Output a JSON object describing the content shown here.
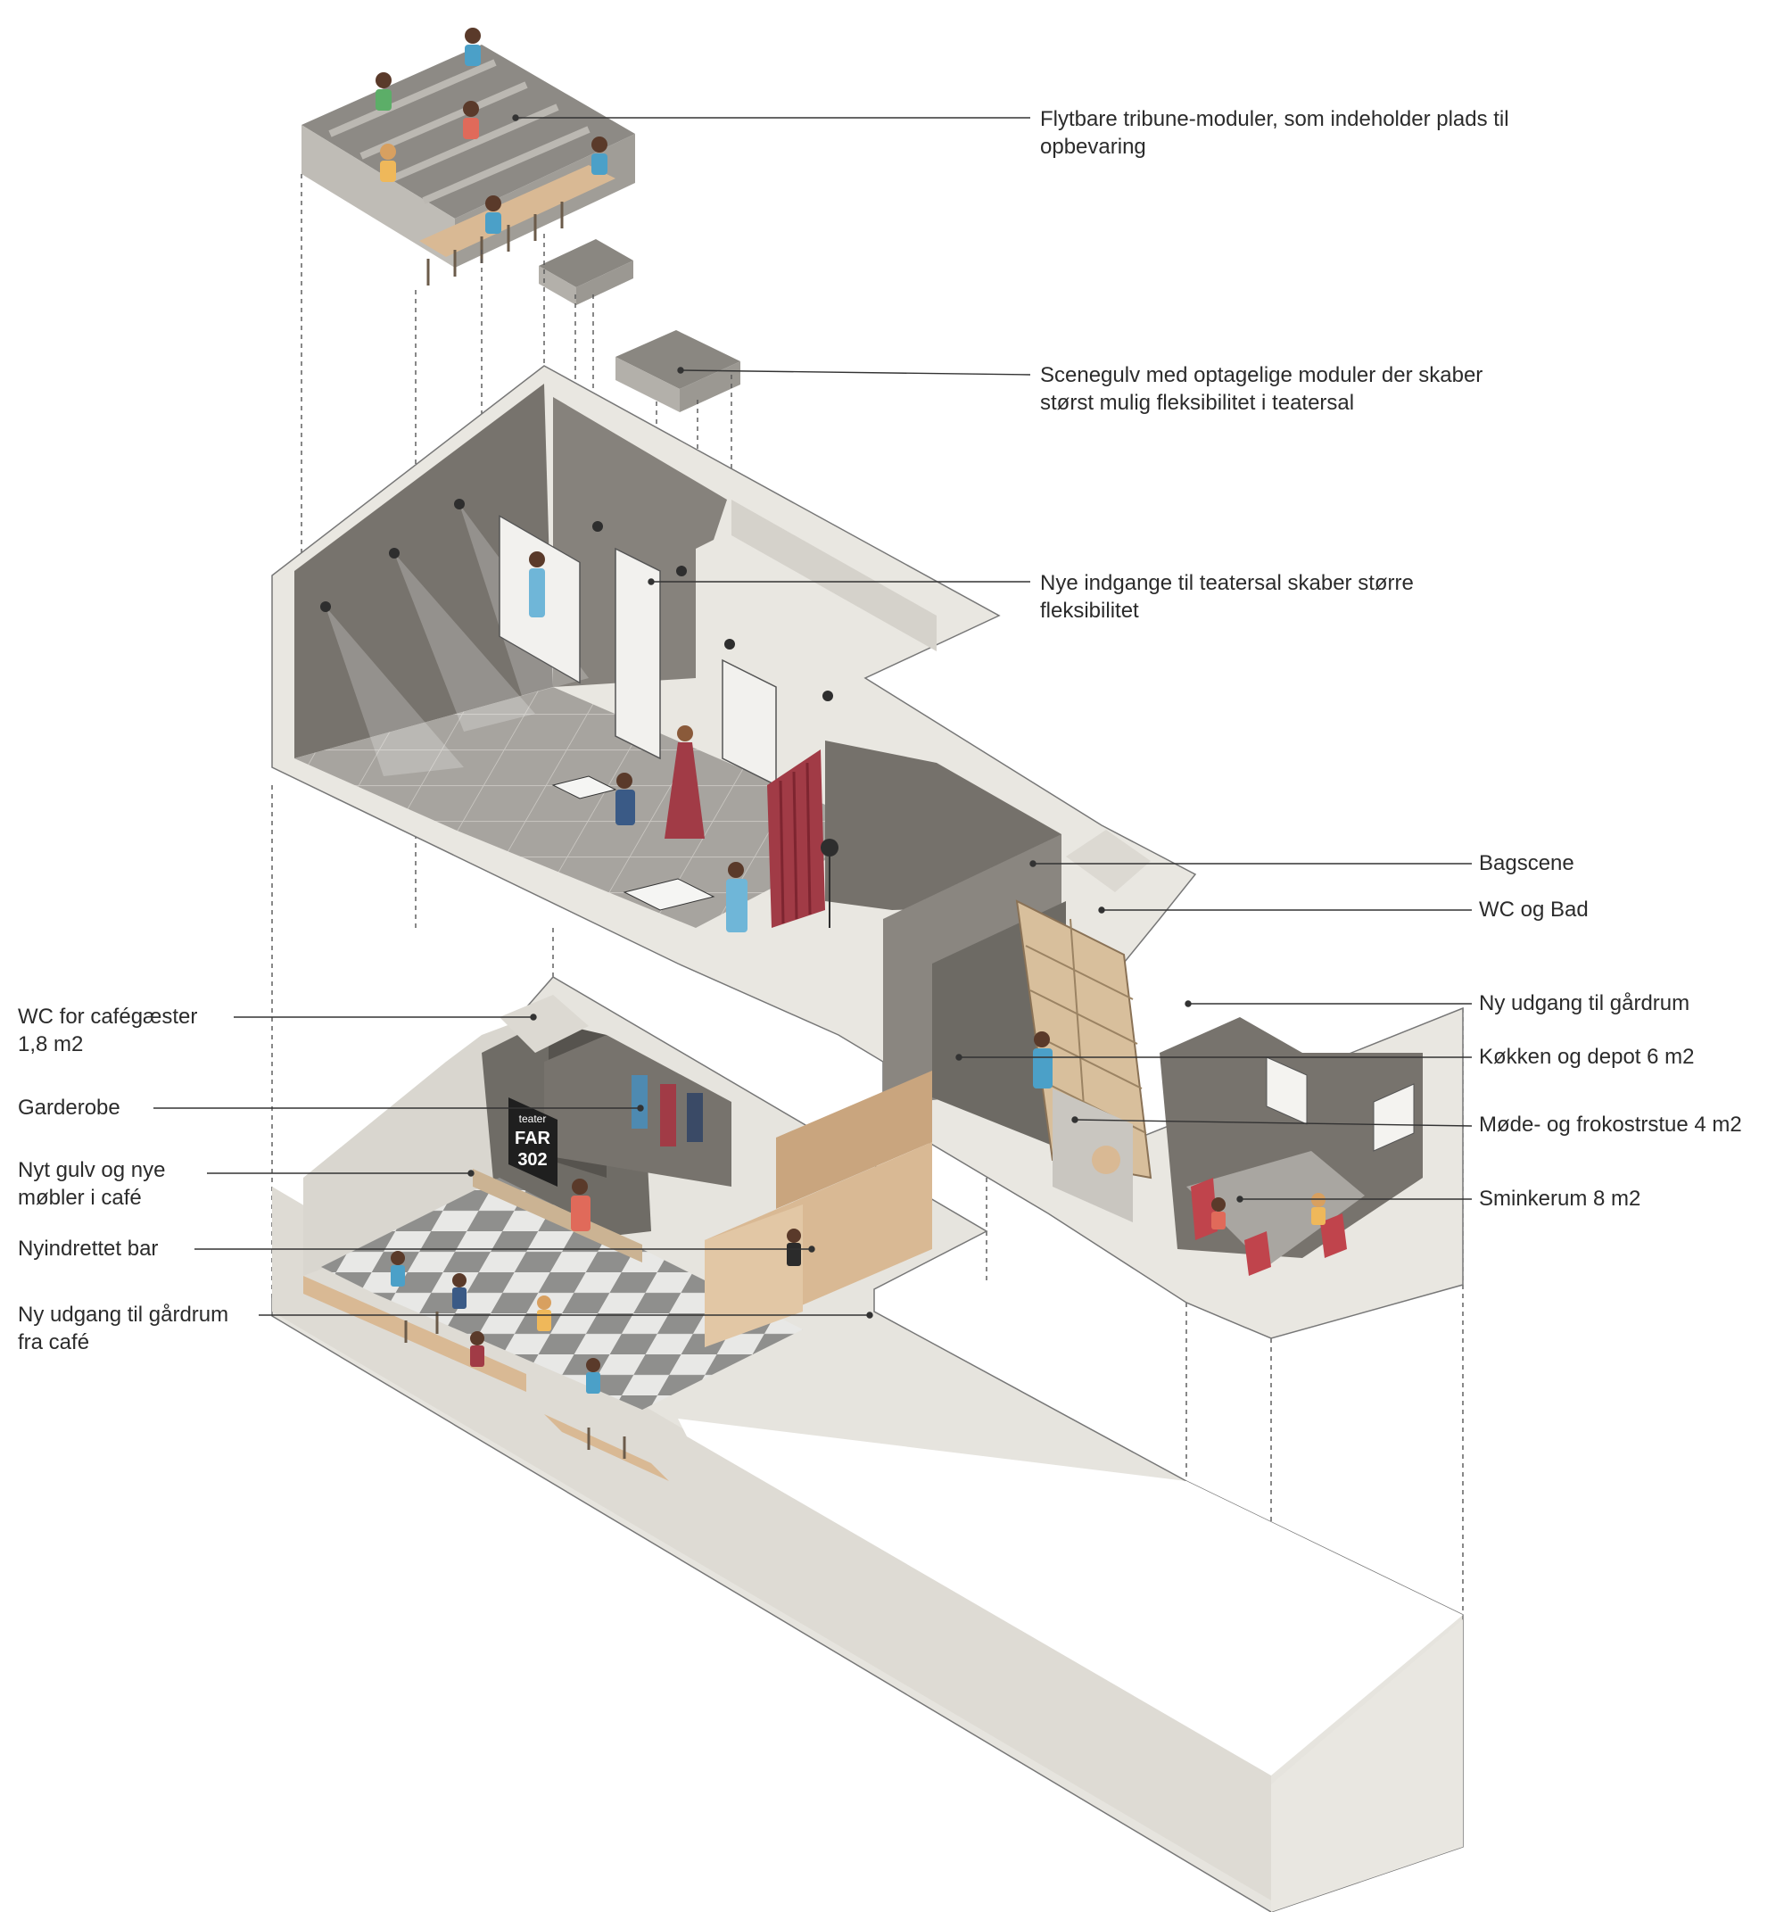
{
  "labels_right": [
    {
      "lines": [
        "Flytbare tribune-moduler, som indeholder plads til",
        "opbevaring"
      ]
    },
    {
      "lines": [
        "Scenegulv med optagelige moduler der skaber",
        "størst mulig fleksibilitet  i teatersal"
      ]
    },
    {
      "lines": [
        "Nye indgange til teatersal skaber større",
        "fleksibilitet"
      ]
    },
    {
      "lines": [
        "Bagscene"
      ]
    },
    {
      "lines": [
        "WC og Bad"
      ]
    },
    {
      "lines": [
        "Ny udgang til gårdrum"
      ]
    },
    {
      "lines": [
        "Køkken og depot 6 m2"
      ]
    },
    {
      "lines": [
        "Møde- og frokostrstue 4 m2"
      ]
    },
    {
      "lines": [
        "Sminkerum 8 m2"
      ]
    }
  ],
  "labels_left": [
    {
      "lines": [
        "WC for cafégæster",
        "1,8 m2"
      ]
    },
    {
      "lines": [
        "Garderobe"
      ]
    },
    {
      "lines": [
        "Nyt gulv og nye",
        "møbler i café"
      ]
    },
    {
      "lines": [
        "Nyindrettet bar"
      ]
    },
    {
      "lines": [
        "Ny udgang til gårdrum",
        "fra café"
      ]
    }
  ],
  "poster": {
    "line1": "teater",
    "line2": "FAR",
    "line3": "302"
  },
  "colors": {
    "wall_light": "#e9e7e1",
    "wall_mid": "#d8d5ce",
    "wall_dark": "#7a7670",
    "floor_grey": "#a9a6a1",
    "wood": "#dcc3a2",
    "curtain": "#a13b46",
    "leader": "#333333"
  }
}
